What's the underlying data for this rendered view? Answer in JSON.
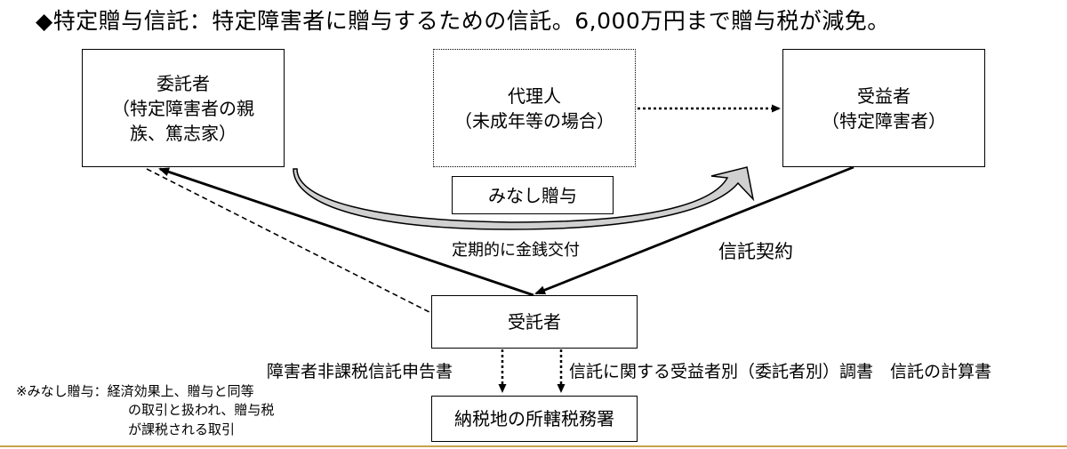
{
  "title": "◆特定贈与信託：特定障害者に贈与するための信託。6,000万円まで贈与税が減免。",
  "boxes": {
    "truster": {
      "line1": "委託者",
      "line2": "（特定障害者の親",
      "line3": "族、篤志家）"
    },
    "agent": {
      "line1": "代理人",
      "line2": "（未成年等の場合）"
    },
    "beneficiary": {
      "line1": "受益者",
      "line2": "（特定障害者）"
    },
    "minashi": {
      "label": "みなし贈与"
    },
    "trustee": {
      "label": "受託者"
    },
    "tax_office": {
      "label": "納税地の所轄税務署"
    }
  },
  "edges": {
    "periodic_payment": "定期的に金銭交付",
    "trust_contract": "信託契約",
    "report_left": "障害者非課税信託申告書",
    "report_right": "信託に関する受益者別（委託者別）調書　信託の計算書"
  },
  "note": {
    "line1": "※みなし贈与：経済効果上、贈与と同等",
    "line2": "の取引と扱われ、贈与税",
    "line3": "が課税される取引"
  },
  "colors": {
    "accent_line": "#c9a34a",
    "curved_arrow_fill": "#d0d0d0"
  }
}
